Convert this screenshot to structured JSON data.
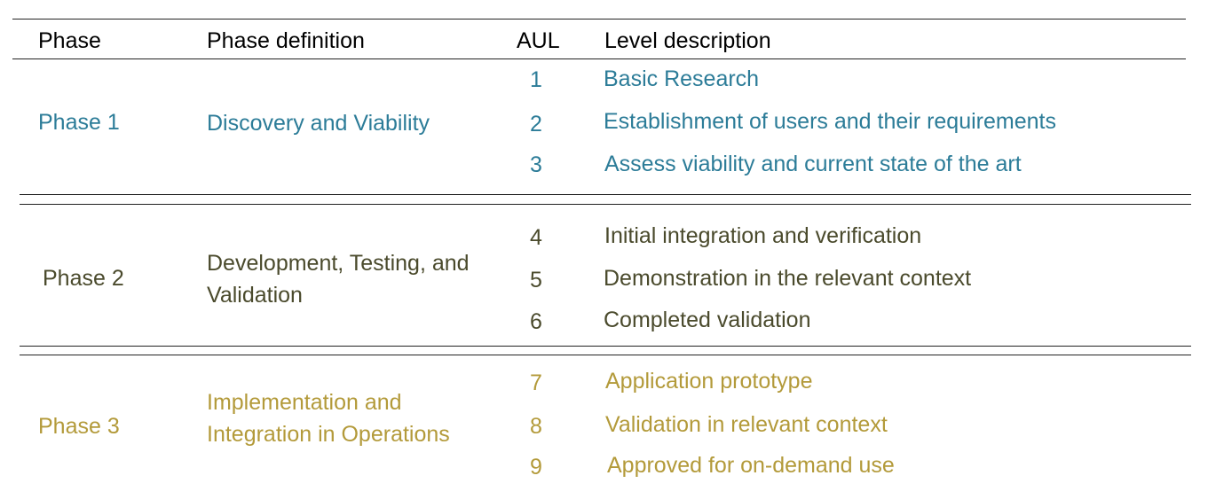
{
  "header": {
    "phase": "Phase",
    "definition": "Phase definition",
    "aul": "AUL",
    "level_description": "Level description"
  },
  "phases": [
    {
      "name": "Phase 1",
      "definition_lines": [
        "Discovery and Viability"
      ],
      "levels": [
        {
          "aul": "1",
          "description": "Basic Research"
        },
        {
          "aul": "2",
          "description": "Establishment of users and their requirements"
        },
        {
          "aul": "3",
          "description": "Assess viability and current state of the art"
        }
      ]
    },
    {
      "name": "Phase 2",
      "definition_lines": [
        "Development, Testing, and",
        "Validation"
      ],
      "levels": [
        {
          "aul": "4",
          "description": "Initial integration and verification"
        },
        {
          "aul": "5",
          "description": "Demonstration in the relevant context"
        },
        {
          "aul": "6",
          "description": "Completed validation"
        }
      ]
    },
    {
      "name": "Phase 3",
      "definition_lines": [
        "Implementation and",
        "Integration in Operations"
      ],
      "levels": [
        {
          "aul": "7",
          "description": "Application prototype"
        },
        {
          "aul": "8",
          "description": "Validation in relevant context"
        },
        {
          "aul": "9",
          "description": "Approved for on-demand use"
        }
      ]
    }
  ],
  "colors": {
    "phase1": "#2c7c98",
    "phase2": "#4a4a2c",
    "phase3": "#b39a3a",
    "rules": "#222222"
  }
}
